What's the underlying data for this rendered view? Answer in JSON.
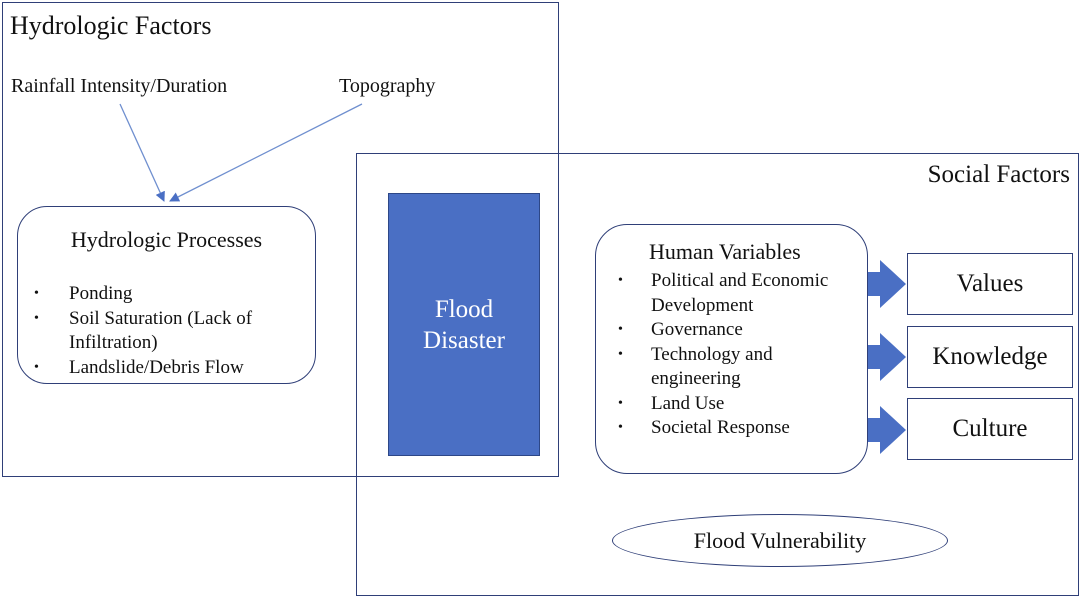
{
  "hydrologic": {
    "title": "Hydrologic Factors",
    "rainfall": "Rainfall Intensity/Duration",
    "topography": "Topography",
    "processes": {
      "title": "Hydrologic Processes",
      "items": [
        "Ponding",
        "Soil Saturation (Lack of Infiltration)",
        "Landslide/Debris Flow"
      ]
    }
  },
  "social": {
    "title": "Social Factors",
    "human": {
      "title": "Human Variables",
      "items": [
        "Political and Economic Development",
        "Governance",
        "Technology and engineering",
        "Land Use",
        "Societal Response"
      ]
    },
    "outcomes": [
      "Values",
      "Knowledge",
      "Culture"
    ],
    "vulnerability": "Flood Vulnerability"
  },
  "center": {
    "label": "Flood\nDisaster"
  },
  "colors": {
    "outline": "#2f3f78",
    "flood_fill": "#4a6fc4",
    "arrow": "#4a6fc4",
    "connector": "#6f8fcf"
  }
}
